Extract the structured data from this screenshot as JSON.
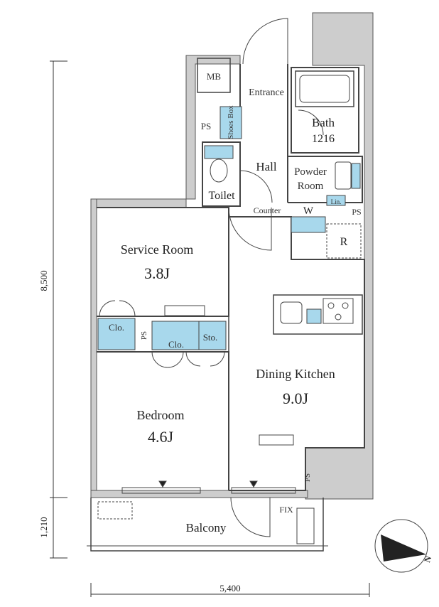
{
  "colors": {
    "wall": "#c8c8c8",
    "outer_wall": "#cfcfcf",
    "line": "#333333",
    "storage": "#a8d8ec",
    "fixture": "#ffffff"
  },
  "labels": {
    "mb": "MB",
    "entrance": "Entrance",
    "ps_top": "PS",
    "shoes_box": "Shoes Box",
    "bath": "Bath",
    "bath_size": "1216",
    "hall": "Hall",
    "powder_room_1": "Powder",
    "powder_room_2": "Room",
    "toilet": "Toilet",
    "lin": "Lin.",
    "counter": "Counter",
    "w": "W",
    "ps_right": "PS",
    "r": "R",
    "service_room": "Service Room",
    "service_room_size": "3.8J",
    "clo_left": "Clo.",
    "ps_mid": "PS",
    "clo_mid": "Clo.",
    "sto": "Sto.",
    "dining_kitchen": "Dining Kitchen",
    "dining_kitchen_size": "9.0J",
    "bedroom": "Bedroom",
    "bedroom_size": "4.6J",
    "ps_bottom": "PS",
    "fix": "FIX",
    "balcony": "Balcony",
    "dim_height": "8,500",
    "dim_balcony": "1,210",
    "dim_width": "5,400",
    "compass_n": "N"
  }
}
